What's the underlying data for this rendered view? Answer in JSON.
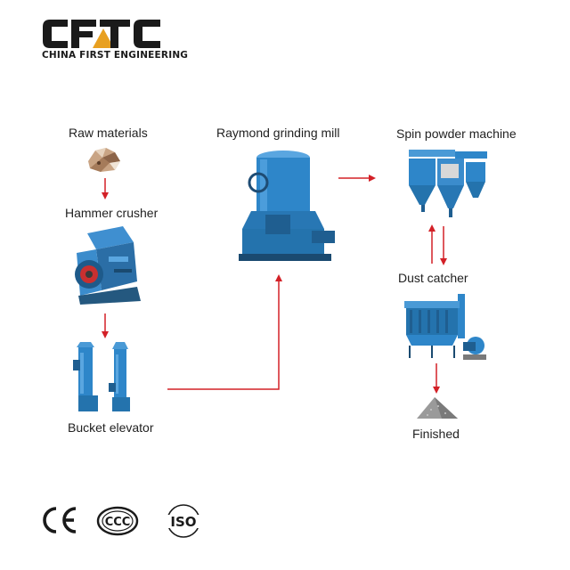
{
  "brand": {
    "logo_letters": "CFTC",
    "tagline": "CHINA FIRST ENGINEERING",
    "accent_color": "#e8a020",
    "text_color": "#1a1a1a"
  },
  "flow": {
    "arrow_color": "#d32027",
    "steps": {
      "raw_materials": "Raw materials",
      "hammer_crusher": "Hammer crusher",
      "bucket_elevator": "Bucket elevator",
      "raymond_mill": "Raymond grinding mill",
      "spin_powder": "Spin powder machine",
      "dust_catcher": "Dust catcher",
      "finished": "Finished"
    },
    "machine_color": "#2e86c9"
  },
  "certifications": {
    "ce": "CE",
    "ccc": "CCC",
    "iso": "ISO",
    "icons": [
      "ce-mark-icon",
      "ccc-mark-icon",
      "iso-mark-icon"
    ]
  }
}
